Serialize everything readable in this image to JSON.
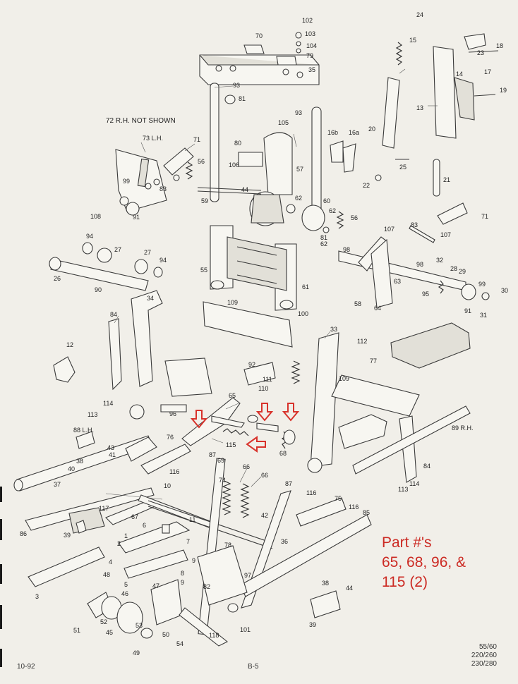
{
  "header_note": "72 R.H. NOT SHOWN",
  "callouts": [
    {
      "id": "c102",
      "text": "102"
    },
    {
      "id": "c103",
      "text": "103"
    },
    {
      "id": "c104",
      "text": "104"
    },
    {
      "id": "c79",
      "text": "79"
    },
    {
      "id": "c35",
      "text": "35"
    },
    {
      "id": "c70",
      "text": "70"
    },
    {
      "id": "c93a",
      "text": "93"
    },
    {
      "id": "c81a",
      "text": "81"
    },
    {
      "id": "c73",
      "text": "73 L.H."
    },
    {
      "id": "c71a",
      "text": "71"
    },
    {
      "id": "c56a",
      "text": "56"
    },
    {
      "id": "c99a",
      "text": "99"
    },
    {
      "id": "c83a",
      "text": "83"
    },
    {
      "id": "c108",
      "text": "108"
    },
    {
      "id": "c91a",
      "text": "91"
    },
    {
      "id": "c59",
      "text": "59"
    },
    {
      "id": "c80",
      "text": "80"
    },
    {
      "id": "c106",
      "text": "106"
    },
    {
      "id": "c44a",
      "text": "44"
    },
    {
      "id": "c105",
      "text": "105"
    },
    {
      "id": "c93b",
      "text": "93"
    },
    {
      "id": "c57",
      "text": "57"
    },
    {
      "id": "c62a",
      "text": "62"
    },
    {
      "id": "c60",
      "text": "60"
    },
    {
      "id": "c62b",
      "text": "62"
    },
    {
      "id": "c56b",
      "text": "56"
    },
    {
      "id": "c62c",
      "text": "62"
    },
    {
      "id": "c81b",
      "text": "81"
    },
    {
      "id": "c16b",
      "text": "16b"
    },
    {
      "id": "c16a",
      "text": "16a"
    },
    {
      "id": "c24",
      "text": "24"
    },
    {
      "id": "c15",
      "text": "15"
    },
    {
      "id": "c18",
      "text": "18"
    },
    {
      "id": "c23",
      "text": "23"
    },
    {
      "id": "c17",
      "text": "17"
    },
    {
      "id": "c14",
      "text": "14"
    },
    {
      "id": "c19",
      "text": "19"
    },
    {
      "id": "c13",
      "text": "13"
    },
    {
      "id": "c20",
      "text": "20"
    },
    {
      "id": "c25",
      "text": "25"
    },
    {
      "id": "c22",
      "text": "22"
    },
    {
      "id": "c21",
      "text": "21"
    },
    {
      "id": "c71b",
      "text": "71"
    },
    {
      "id": "c83b",
      "text": "83"
    },
    {
      "id": "c107a",
      "text": "107"
    },
    {
      "id": "c107b",
      "text": "107"
    },
    {
      "id": "c98a",
      "text": "98"
    },
    {
      "id": "c98b",
      "text": "98"
    },
    {
      "id": "c32",
      "text": "32"
    },
    {
      "id": "c28",
      "text": "28"
    },
    {
      "id": "c29",
      "text": "29"
    },
    {
      "id": "c99b",
      "text": "99"
    },
    {
      "id": "c30",
      "text": "30"
    },
    {
      "id": "c91b",
      "text": "91"
    },
    {
      "id": "c31",
      "text": "31"
    },
    {
      "id": "c95",
      "text": "95"
    },
    {
      "id": "c63",
      "text": "63"
    },
    {
      "id": "c64",
      "text": "64"
    },
    {
      "id": "c58",
      "text": "58"
    },
    {
      "id": "c61",
      "text": "61"
    },
    {
      "id": "c55",
      "text": "55"
    },
    {
      "id": "c94a",
      "text": "94"
    },
    {
      "id": "c27a",
      "text": "27"
    },
    {
      "id": "c27b",
      "text": "27"
    },
    {
      "id": "c94b",
      "text": "94"
    },
    {
      "id": "c26",
      "text": "26"
    },
    {
      "id": "c90",
      "text": "90"
    },
    {
      "id": "c34",
      "text": "34"
    },
    {
      "id": "c109a",
      "text": "109"
    },
    {
      "id": "c100",
      "text": "100"
    },
    {
      "id": "c84a",
      "text": "84"
    },
    {
      "id": "c12",
      "text": "12"
    },
    {
      "id": "c113a",
      "text": "113"
    },
    {
      "id": "c114a",
      "text": "114"
    },
    {
      "id": "c92",
      "text": "92"
    },
    {
      "id": "c111",
      "text": "111"
    },
    {
      "id": "c110",
      "text": "110"
    },
    {
      "id": "c33",
      "text": "33"
    },
    {
      "id": "c112",
      "text": "112"
    },
    {
      "id": "c109b",
      "text": "109"
    },
    {
      "id": "c77",
      "text": "77"
    },
    {
      "id": "c65",
      "text": "65"
    },
    {
      "id": "c96",
      "text": "96"
    },
    {
      "id": "c115",
      "text": "115"
    },
    {
      "id": "c68",
      "text": "68"
    },
    {
      "id": "c88",
      "text": "88 L.H."
    },
    {
      "id": "c89",
      "text": "89 R.H."
    },
    {
      "id": "c84b",
      "text": "84"
    },
    {
      "id": "c113b",
      "text": "113"
    },
    {
      "id": "c114b",
      "text": "114"
    },
    {
      "id": "c43",
      "text": "43"
    },
    {
      "id": "c38a",
      "text": "38"
    },
    {
      "id": "c41",
      "text": "41"
    },
    {
      "id": "c40",
      "text": "40"
    },
    {
      "id": "c37",
      "text": "37"
    },
    {
      "id": "c76",
      "text": "76"
    },
    {
      "id": "c116a",
      "text": "116"
    },
    {
      "id": "c10",
      "text": "10"
    },
    {
      "id": "c117",
      "text": "117"
    },
    {
      "id": "c86",
      "text": "86"
    },
    {
      "id": "c39a",
      "text": "39"
    },
    {
      "id": "c67",
      "text": "67"
    },
    {
      "id": "c87a",
      "text": "87"
    },
    {
      "id": "c69",
      "text": "69"
    },
    {
      "id": "c74",
      "text": "74"
    },
    {
      "id": "c66a",
      "text": "66"
    },
    {
      "id": "c66b",
      "text": "66"
    },
    {
      "id": "c87b",
      "text": "87"
    },
    {
      "id": "c116b",
      "text": "116"
    },
    {
      "id": "c75",
      "text": "75"
    },
    {
      "id": "c116c",
      "text": "116"
    },
    {
      "id": "c85",
      "text": "85"
    },
    {
      "id": "c42",
      "text": "42"
    },
    {
      "id": "c36",
      "text": "36"
    },
    {
      "id": "c11",
      "text": "11"
    },
    {
      "id": "c78",
      "text": "78"
    },
    {
      "id": "c6",
      "text": "6"
    },
    {
      "id": "c1",
      "text": "1"
    },
    {
      "id": "c2",
      "text": "2"
    },
    {
      "id": "c7",
      "text": "7"
    },
    {
      "id": "c4",
      "text": "4"
    },
    {
      "id": "c9a",
      "text": "9"
    },
    {
      "id": "c8",
      "text": "8"
    },
    {
      "id": "c9b",
      "text": "9"
    },
    {
      "id": "c97",
      "text": "97"
    },
    {
      "id": "c82",
      "text": "82"
    },
    {
      "id": "c3",
      "text": "3"
    },
    {
      "id": "c48",
      "text": "48"
    },
    {
      "id": "c5",
      "text": "5"
    },
    {
      "id": "c47",
      "text": "47"
    },
    {
      "id": "c46",
      "text": "46"
    },
    {
      "id": "c53",
      "text": "53"
    },
    {
      "id": "c52",
      "text": "52"
    },
    {
      "id": "c45",
      "text": "45"
    },
    {
      "id": "c51",
      "text": "51"
    },
    {
      "id": "c50",
      "text": "50"
    },
    {
      "id": "c49",
      "text": "49"
    },
    {
      "id": "c54",
      "text": "54"
    },
    {
      "id": "c118",
      "text": "118"
    },
    {
      "id": "c101",
      "text": "101"
    },
    {
      "id": "c38b",
      "text": "38"
    },
    {
      "id": "c44b",
      "text": "44"
    },
    {
      "id": "c39b",
      "text": "39"
    }
  ],
  "annotation": {
    "lines": [
      "Part #'s",
      "65, 68, 96, &",
      "115 (2)"
    ],
    "color": "#cc2a23"
  },
  "footer": {
    "left": "10-92",
    "center": "B-5",
    "models": [
      "55/60",
      "220/260",
      "230/280"
    ]
  },
  "colors": {
    "paper": "#f1efe9",
    "ink": "#2a2a2a",
    "highlight": "#d8322b"
  }
}
